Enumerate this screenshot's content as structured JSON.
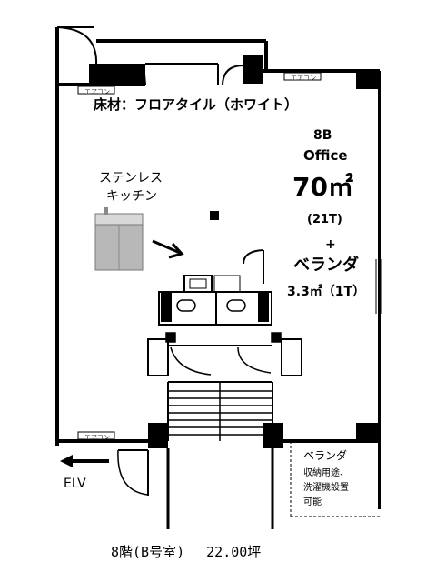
{
  "floor_material": "床材：フロアタイル（ホワイト）",
  "office": {
    "unit": "8B",
    "name": "Office",
    "area": "70㎡",
    "tsubo": "(21T)",
    "plus": "+",
    "veranda_label": "ベランダ",
    "veranda_area": "3.3㎡（1T）"
  },
  "kitchen": {
    "line1": "ステンレス",
    "line2": "キッチン"
  },
  "aircon_label": "エアコン",
  "veranda_note": {
    "title": "ベランダ",
    "line1": "収納用途、",
    "line2": "洗濯機設置",
    "line3": "可能"
  },
  "elv_label": "ELV",
  "footer": "8階(B号室)　 22.00坪",
  "colors": {
    "wall": "#000000",
    "kitchen_gray": "#b8b8b8"
  }
}
